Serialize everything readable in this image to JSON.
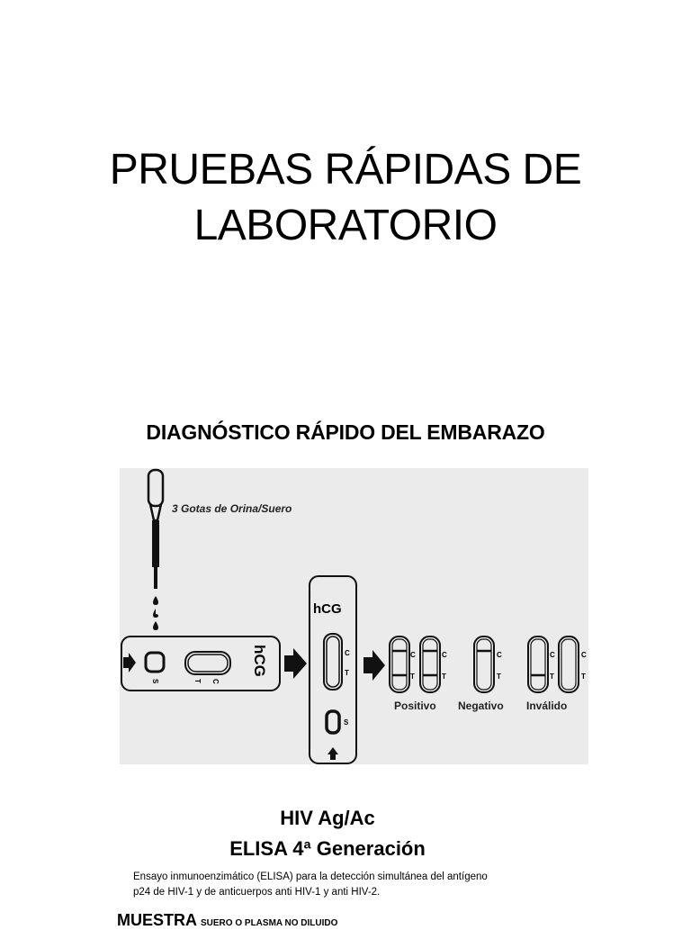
{
  "document": {
    "title_line1": "PRUEBAS RÁPIDAS DE",
    "title_line2": "LABORATORIO",
    "section1": {
      "heading": "DIAGNÓSTICO RÁPIDO DEL EMBARAZO",
      "diagram": {
        "background": "#ebebeb",
        "dropper_label": "3 Gotas de Orina/Suero",
        "cassette_label": "hCG",
        "well_label": "S",
        "control_label": "C",
        "test_label": "T",
        "results": [
          {
            "label": "Positivo"
          },
          {
            "label": "Negativo"
          },
          {
            "label": "Inválido"
          }
        ]
      }
    },
    "section2": {
      "heading_line1": "HIV Ag/Ac",
      "heading_line2": "ELISA 4ª Generación",
      "description_line1": "Ensayo inmunoenzimático (ELISA) para la detección simultánea del antígeno",
      "description_line2": "p24 de HIV-1 y de anticuerpos anti HIV-1 y anti HIV-2.",
      "muestra_label": "MUESTRA",
      "muestra_value": "SUERO O PLASMA NO DILUIDO"
    }
  }
}
